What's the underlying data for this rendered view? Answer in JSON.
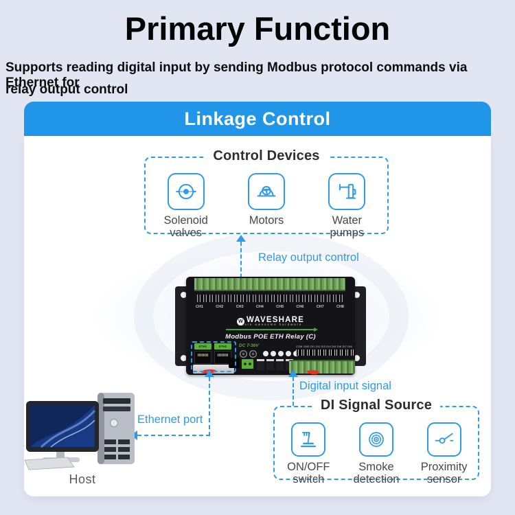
{
  "page": {
    "title": "Primary Function",
    "subtitle_line1": "Supports reading digital input by sending Modbus protocol commands via Ethernet for",
    "subtitle_line2": "relay output control"
  },
  "panel": {
    "header": "Linkage Control"
  },
  "control_devices": {
    "title": "Control Devices",
    "items": [
      {
        "icon": "solenoid-valve-icon",
        "label": "Solenoid valves"
      },
      {
        "icon": "motor-icon",
        "label": "Motors"
      },
      {
        "icon": "water-pump-icon",
        "label": "Water pumps"
      }
    ]
  },
  "connectors": {
    "relay_output": "Relay output control",
    "digital_input": "Digital input signal",
    "ethernet": "Ethernet port"
  },
  "device": {
    "brand": "WAVESHARE",
    "tagline": "share awesome hardware",
    "model": "Modbus POE ETH Relay (C)",
    "channels": [
      "CH1",
      "CH2",
      "CH3",
      "CH4",
      "CH5",
      "CH6",
      "CH7",
      "CH8"
    ],
    "ports": {
      "eth1": "ETH1",
      "eth2": "ETH2",
      "dc": "DC 7-36V",
      "di_silk": "COM GND DI1 DI2 DI3 DI4 DI5 DI6 DI7 DI8"
    }
  },
  "di_signal_source": {
    "title": "DI Signal Source",
    "items": [
      {
        "icon": "onoff-switch-icon",
        "label": "ON/OFF switch"
      },
      {
        "icon": "smoke-detector-icon",
        "label": "Smoke detection"
      },
      {
        "icon": "proximity-sensor-icon",
        "label": "Proximity sensor"
      }
    ]
  },
  "host": {
    "label": "Host"
  },
  "colors": {
    "background": "#e2e6f3",
    "header_blue": "#2196e9",
    "accent_blue": "#2f9ae9",
    "terminal_green": "#6da257",
    "bright_green": "#5fae3c",
    "highlight_red": "#e63324"
  }
}
